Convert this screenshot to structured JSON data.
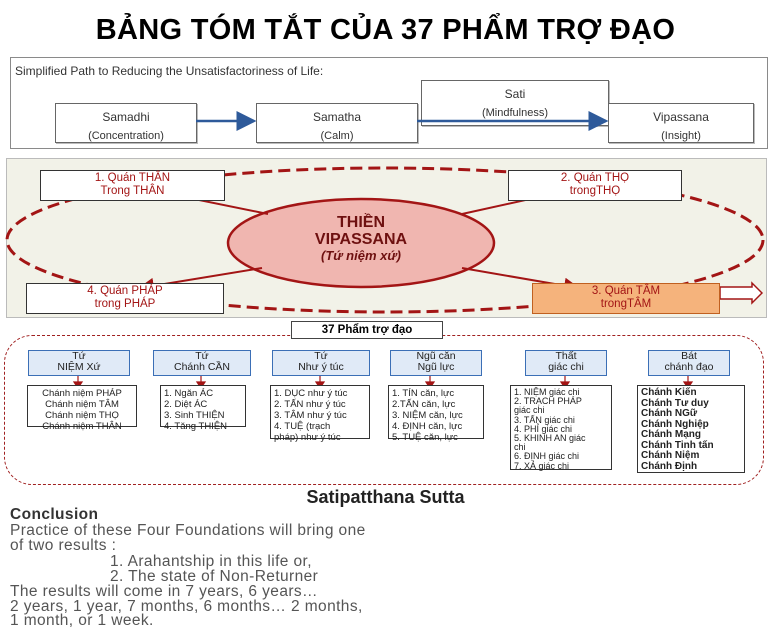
{
  "title": "BẢNG TÓM TẮT CỦA 37 PHẨM TRỢ ĐẠO",
  "path": {
    "caption": "Simplified Path to Reducing the Unsatisfactoriness of Life:",
    "steps": [
      {
        "l1": "Samadhi",
        "l2": "(Concentration)"
      },
      {
        "l1": "Samatha",
        "l2": "(Calm)"
      },
      {
        "l1": "Sati",
        "l2": "(Mindfulness)"
      },
      {
        "l1": "Vipassana",
        "l2": "(Insight)"
      }
    ]
  },
  "center": {
    "line1": "THIỀN",
    "line2": "VIPASSANA",
    "line3": "(Tứ niệm xứ)"
  },
  "quadrants": [
    {
      "l1": "1. Quán THÂN",
      "l2": "Trong THÂN"
    },
    {
      "l1": "2. Quán THỌ",
      "l2": "trongTHỌ"
    },
    {
      "l1": "4. Quán PHÁP",
      "l2": "trong PHÁP"
    },
    {
      "l1": "3. Quán TÂM",
      "l2": "trongTÂM"
    }
  ],
  "list_header": "37 Phẩm trợ đạo",
  "groups": [
    {
      "h1": "Tứ",
      "h2": "NIỆM Xứ",
      "items": [
        "Chánh niệm PHÁP",
        "Chánh niệm TÂM",
        "Chánh niệm  THỌ",
        "Chánh niệm THÂN"
      ]
    },
    {
      "h1": "Tứ",
      "h2": "Chánh CẦN",
      "items": [
        "1. Ngăn ÁC",
        "2. Diệt ÁC",
        "3. Sinh THIỆN",
        "4. Tăng THIỆN"
      ]
    },
    {
      "h1": "Tứ",
      "h2": "Như ý túc",
      "items": [
        "1. DỤC như ý túc",
        "2. TẤN như ý túc",
        "3. TÂM như ý túc",
        "4. TUỆ (trạch",
        "pháp)  như ý túc"
      ]
    },
    {
      "h1": "Ngũ căn",
      "h2": "Ngũ lực",
      "items": [
        "1. TÍN căn, lực",
        "2.TẤN căn, lực",
        "3. NIỆM căn, lực",
        "4. ĐỊNH căn, lực",
        "5. TUỆ căn, lực"
      ]
    },
    {
      "h1": "Thất",
      "h2": "giác chi",
      "items": [
        "1. NIỆM giác chi",
        "2. TRẠCH PHÁP",
        "giác chi",
        "3. TẤN giác chi",
        "4. PHỈ giác chi",
        "5. KHINH AN giác",
        "chi",
        "6. ĐỊNH giác chi",
        "7. XẢ giác chi"
      ]
    },
    {
      "h1": "Bát",
      "h2": "chánh đạo",
      "items": [
        "Chánh Kiến",
        "Chánh Tư duy",
        "Chánh NGữ",
        "Chánh Nghiệp",
        "Chánh Mạng",
        "Chánh Tinh tấn",
        "Chánh Niệm",
        "Chánh Định"
      ]
    }
  ],
  "sutta": {
    "title": "Satipatthana Sutta",
    "heading": "Conclusion",
    "lines": [
      "Practice of these Four Foundations will bring one",
      "of two results :",
      "1.   Arahantship in this life or,",
      "2.   The state of Non-Returner",
      "The results will come in 7 years, 6 years…",
      "2 years, 1 year, 7 months, 6 months… 2 months,",
      "1 month, or 1 week."
    ]
  },
  "colors": {
    "dark_red": "#a31515",
    "ellipse_fill": "#f0b6b0",
    "orange": "#f5b37c",
    "steel_blue": "#3b6fb6"
  }
}
